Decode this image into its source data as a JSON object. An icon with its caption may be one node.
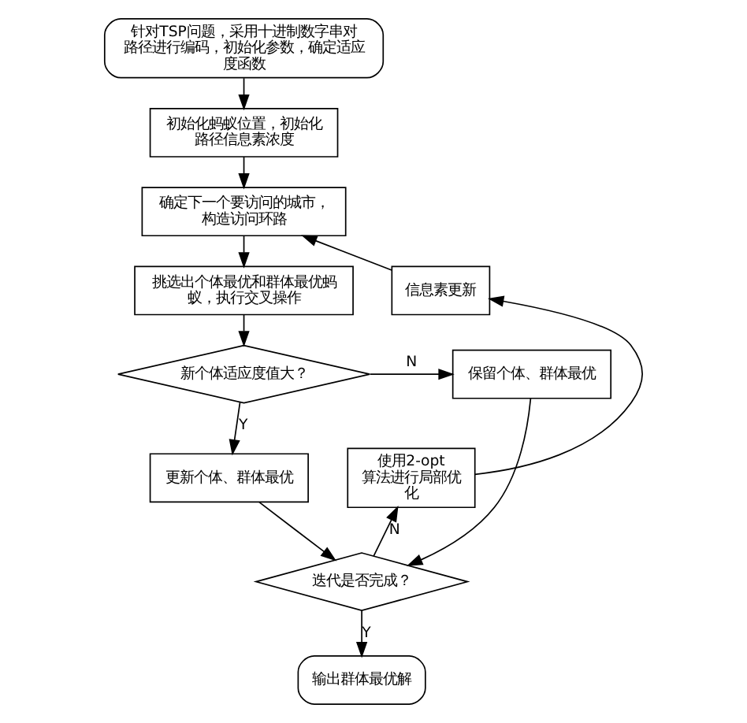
{
  "diagram": {
    "nodes": [
      {
        "text": [
          "针对TSP问题，采用十进制数字串对路径进行编码，初始化参数，确定适应度函数"
        ]
      },
      {
        "text": [
          "初始化蚂蚁位置，初始化路径信息素浓度"
        ]
      },
      {
        "text": [
          "确定下一个要访问的城市，构造访问环路"
        ]
      },
      {
        "text": [
          "挑选出个体最优和群体最优蚂蚁，执行交叉操作"
        ]
      },
      {
        "text": [
          "新个体适应度值大？"
        ]
      },
      {
        "text": [
          "保留个体、群体最优"
        ]
      },
      {
        "text": [
          "更新个体、群体最优"
        ]
      },
      {
        "text": [
          "迭代是否完成？"
        ]
      },
      {
        "text": [
          "输出群体最优解"
        ]
      },
      {
        "text": [
          "使用2-opt算法进行局部优化"
        ]
      },
      {
        "text": [
          "信息素更新"
        ]
      }
    ],
    "edges": [
      {
        "from": 0,
        "to": 1,
        "arrow": "to"
      },
      {
        "from": 1,
        "to": 2,
        "arrow": "to"
      },
      {
        "from": 2,
        "to": 3,
        "arrow": "to"
      },
      {
        "from": 3,
        "to": 4,
        "arrow": "to"
      },
      {
        "from": 4,
        "to": 5,
        "arrow": "to",
        "label": "N"
      },
      {
        "from": 4,
        "to": 6,
        "arrow": "to",
        "label": "Y"
      },
      {
        "from": 5,
        "to": 7,
        "arrow": "to"
      },
      {
        "from": 6,
        "to": 7,
        "arrow": "to"
      },
      {
        "from": 7,
        "to": 8,
        "arrow": "to",
        "label": "Y"
      },
      {
        "from": 7,
        "to": 9,
        "arrow": "to",
        "label": "N"
      },
      {
        "from": 9,
        "to": 10,
        "arrow": "to"
      },
      {
        "from": 10,
        "to": 2,
        "arrow": "to"
      }
    ]
  }
}
